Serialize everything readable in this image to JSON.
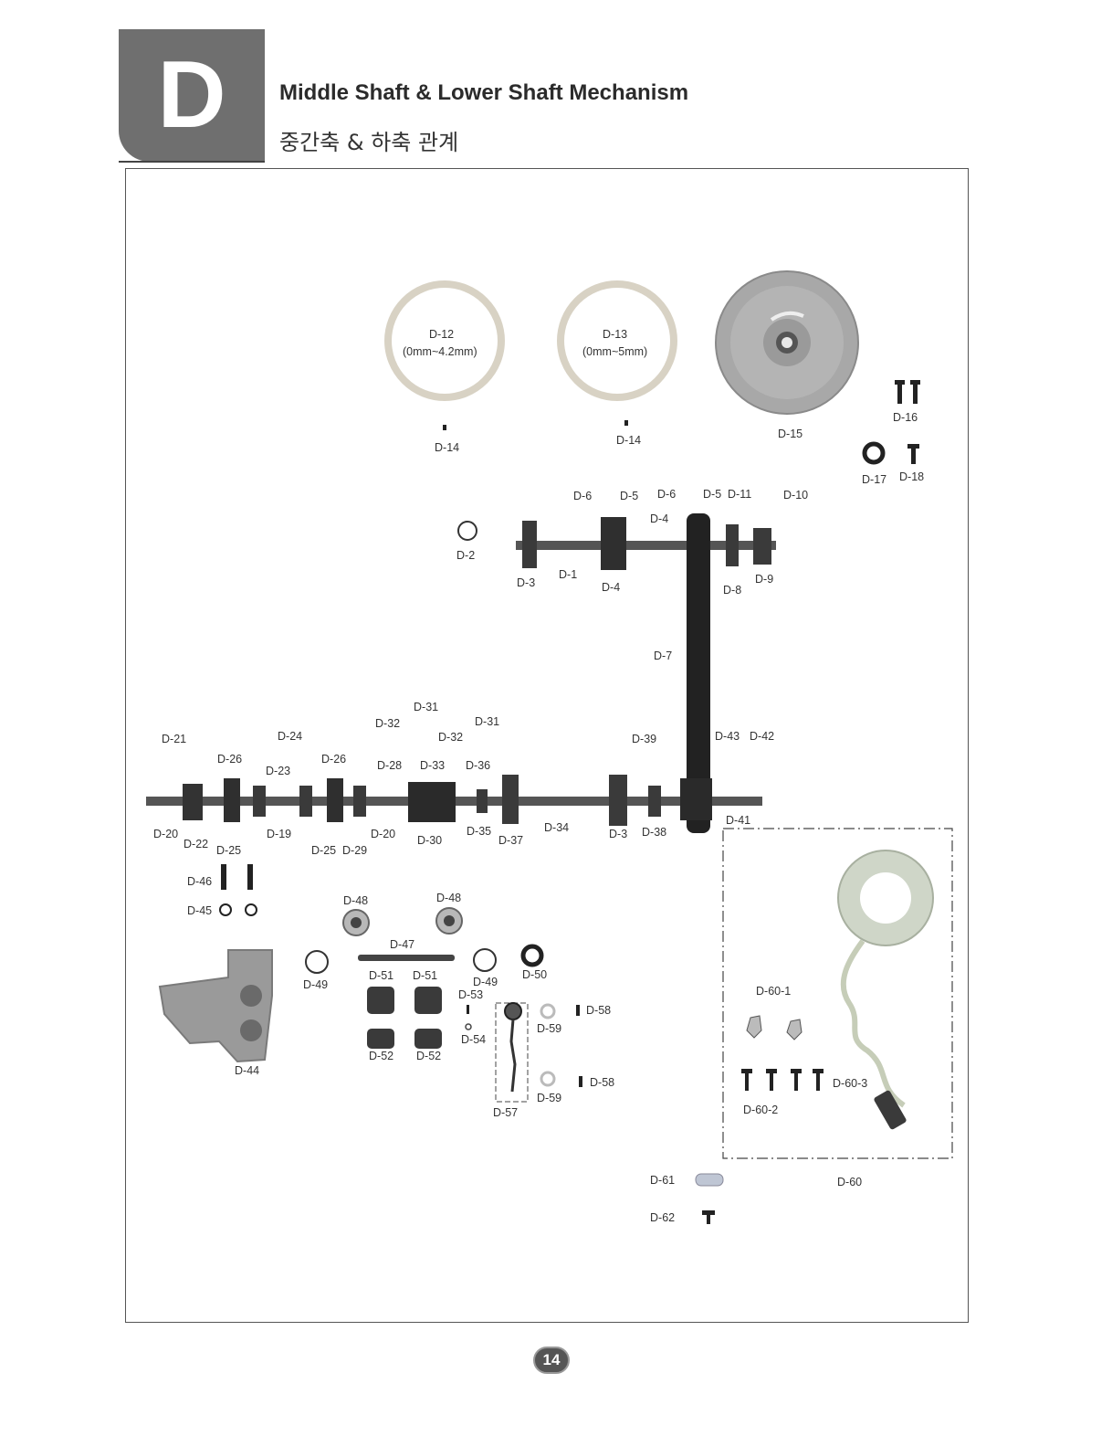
{
  "section": {
    "letter": "D",
    "title_en": "Middle Shaft & Lower Shaft Mechanism",
    "title_ko": "중간축 & 하축 관계"
  },
  "page_number": "14",
  "labels": {
    "d12": "D-12",
    "d12_range": "(0mm~4.2mm)",
    "d13": "D-13",
    "d13_range": "(0mm~5mm)",
    "d14a": "D-14",
    "d14b": "D-14",
    "d15": "D-15",
    "d16": "D-16",
    "d17": "D-17",
    "d18": "D-18",
    "d6a": "D-6",
    "d5a": "D-5",
    "d6b": "D-6",
    "d5b": "D-5",
    "d11": "D-11",
    "d10": "D-10",
    "d4top": "D-4",
    "d2": "D-2",
    "d3a": "D-3",
    "d1": "D-1",
    "d4": "D-4",
    "d8": "D-8",
    "d9": "D-9",
    "d7": "D-7",
    "d31a": "D-31",
    "d32a": "D-32",
    "d31b": "D-31",
    "d32b": "D-32",
    "d21": "D-21",
    "d24": "D-24",
    "d26a": "D-26",
    "d26b": "D-26",
    "d23": "D-23",
    "d28": "D-28",
    "d33": "D-33",
    "d36": "D-36",
    "d39": "D-39",
    "d43": "D-43",
    "d42": "D-42",
    "d41": "D-41",
    "d20a": "D-20",
    "d22": "D-22",
    "d25a": "D-25",
    "d19": "D-19",
    "d25b": "D-25",
    "d29": "D-29",
    "d20b": "D-20",
    "d30": "D-30",
    "d35": "D-35",
    "d37": "D-37",
    "d34": "D-34",
    "d3b": "D-3",
    "d38": "D-38",
    "d46": "D-46",
    "d45": "D-45",
    "d48a": "D-48",
    "d48b": "D-48",
    "d47": "D-47",
    "d49a": "D-49",
    "d49b": "D-49",
    "d50": "D-50",
    "d51a": "D-51",
    "d51b": "D-51",
    "d53": "D-53",
    "d54": "D-54",
    "d52a": "D-52",
    "d52b": "D-52",
    "d58a": "D-58",
    "d59a": "D-59",
    "d58b": "D-58",
    "d59b": "D-59",
    "d57": "D-57",
    "d44": "D-44",
    "d60_1": "D-60-1",
    "d60_2": "D-60-2",
    "d60_3": "D-60-3",
    "d60": "D-60",
    "d61": "D-61",
    "d62": "D-62"
  }
}
